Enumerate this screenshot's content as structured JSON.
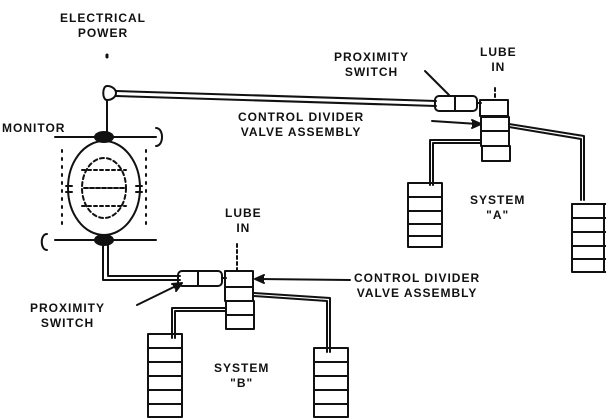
{
  "labels": {
    "electrical_power": [
      "ELECTRICAL",
      "POWER"
    ],
    "monitor": "MONITOR",
    "proximity_switch_top": [
      "PROXIMITY",
      "SWITCH"
    ],
    "lube_in_top": [
      "LUBE",
      "IN"
    ],
    "control_divider_top": [
      "CONTROL DIVIDER",
      "VALVE ASSEMBLY"
    ],
    "system_a": [
      "SYSTEM",
      "\"A\""
    ],
    "lube_in_bottom": [
      "LUBE",
      "IN"
    ],
    "control_divider_bottom": [
      "CONTROL DIVIDER",
      "VALVE ASSEMBLY"
    ],
    "proximity_switch_bottom": [
      "PROXIMITY",
      "SWITCH"
    ],
    "system_b": [
      "SYSTEM",
      "\"B\""
    ]
  }
}
